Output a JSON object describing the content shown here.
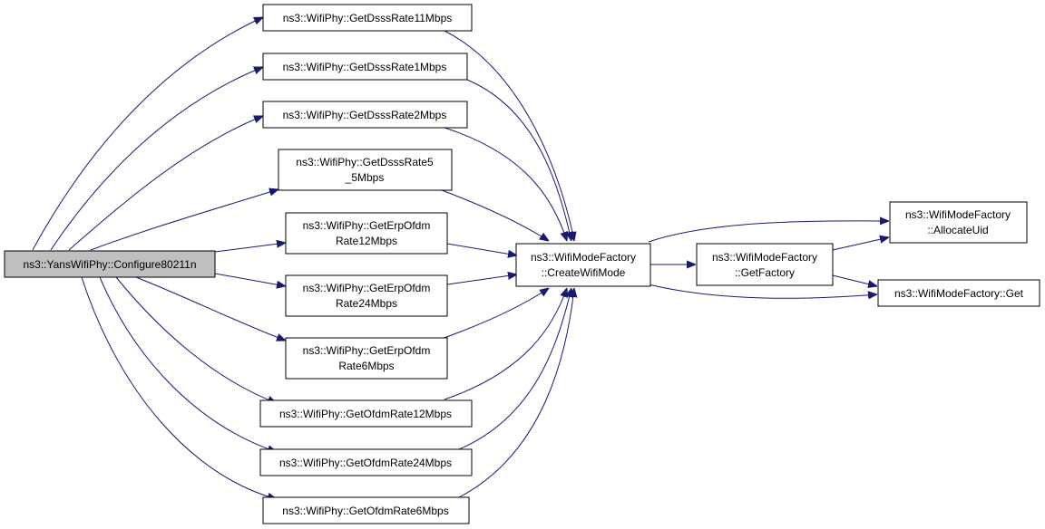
{
  "colors": {
    "edge": "#191970",
    "root_fill": "#bfbfbf",
    "node_fill": "#ffffff",
    "border": "#000000"
  },
  "nodes": {
    "root": {
      "lines": [
        "ns3::YansWifiPhy::Configure80211n"
      ]
    },
    "dsss11": {
      "lines": [
        "ns3::WifiPhy::GetDsssRate11Mbps"
      ]
    },
    "dsss1": {
      "lines": [
        "ns3::WifiPhy::GetDsssRate1Mbps"
      ]
    },
    "dsss2": {
      "lines": [
        "ns3::WifiPhy::GetDsssRate2Mbps"
      ]
    },
    "dsss55": {
      "lines": [
        "ns3::WifiPhy::GetDsssRate5",
        "_5Mbps"
      ]
    },
    "erp12": {
      "lines": [
        "ns3::WifiPhy::GetErpOfdm",
        "Rate12Mbps"
      ]
    },
    "erp24": {
      "lines": [
        "ns3::WifiPhy::GetErpOfdm",
        "Rate24Mbps"
      ]
    },
    "erp6": {
      "lines": [
        "ns3::WifiPhy::GetErpOfdm",
        "Rate6Mbps"
      ]
    },
    "ofdm12": {
      "lines": [
        "ns3::WifiPhy::GetOfdmRate12Mbps"
      ]
    },
    "ofdm24": {
      "lines": [
        "ns3::WifiPhy::GetOfdmRate24Mbps"
      ]
    },
    "ofdm6": {
      "lines": [
        "ns3::WifiPhy::GetOfdmRate6Mbps"
      ]
    },
    "create": {
      "lines": [
        "ns3::WifiModeFactory",
        "::CreateWifiMode"
      ]
    },
    "getfactory": {
      "lines": [
        "ns3::WifiModeFactory",
        "::GetFactory"
      ]
    },
    "allocate": {
      "lines": [
        "ns3::WifiModeFactory",
        "::AllocateUid"
      ]
    },
    "get": {
      "lines": [
        "ns3::WifiModeFactory::Get"
      ]
    }
  },
  "edges": [
    [
      "root",
      "dsss11"
    ],
    [
      "root",
      "dsss1"
    ],
    [
      "root",
      "dsss2"
    ],
    [
      "root",
      "dsss55"
    ],
    [
      "root",
      "erp12"
    ],
    [
      "root",
      "erp24"
    ],
    [
      "root",
      "erp6"
    ],
    [
      "root",
      "ofdm12"
    ],
    [
      "root",
      "ofdm24"
    ],
    [
      "root",
      "ofdm6"
    ],
    [
      "dsss11",
      "create"
    ],
    [
      "dsss1",
      "create"
    ],
    [
      "dsss2",
      "create"
    ],
    [
      "dsss55",
      "create"
    ],
    [
      "erp12",
      "create"
    ],
    [
      "erp24",
      "create"
    ],
    [
      "erp6",
      "create"
    ],
    [
      "ofdm12",
      "create"
    ],
    [
      "ofdm24",
      "create"
    ],
    [
      "ofdm6",
      "create"
    ],
    [
      "create",
      "getfactory"
    ],
    [
      "create",
      "allocate"
    ],
    [
      "create",
      "get"
    ],
    [
      "getfactory",
      "allocate"
    ],
    [
      "getfactory",
      "get"
    ]
  ]
}
